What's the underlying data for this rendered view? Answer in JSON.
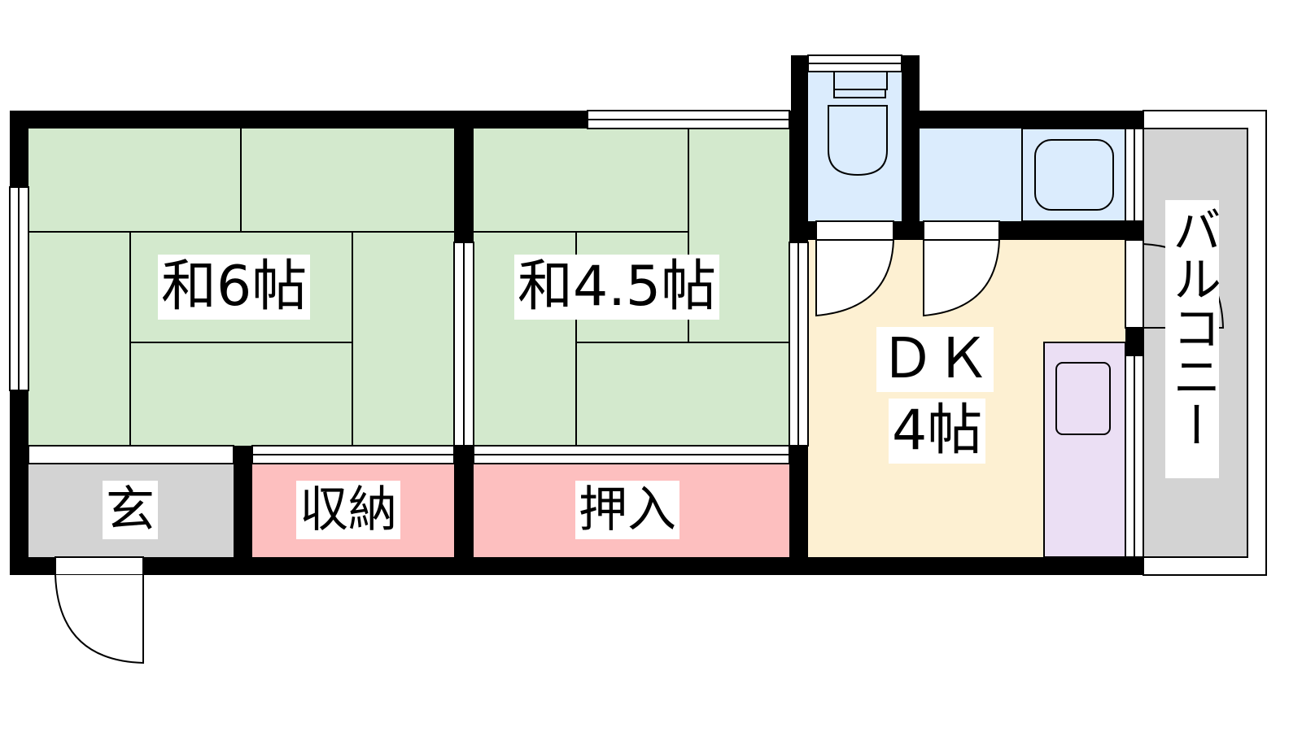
{
  "rooms": {
    "washitsu_6": {
      "label": "和6帖"
    },
    "washitsu_45": {
      "label": "和4.5帖"
    },
    "dk": {
      "label_1": "ＤＫ",
      "label_2": "4帖"
    },
    "genkan": {
      "label": "玄"
    },
    "shuno": {
      "label": "収納"
    },
    "oshiire": {
      "label": "押入"
    },
    "balcony": {
      "label": "バルコニー"
    }
  },
  "colors": {
    "tatami": "#d3e9cd",
    "storage": "#fdbfbf",
    "entrance": "#d3d3d3",
    "dk": "#fdf0d2",
    "wet": "#dbecfd",
    "kitchen": "#ebdff4",
    "balcony": "#d3d3d3",
    "wall": "#000000"
  }
}
